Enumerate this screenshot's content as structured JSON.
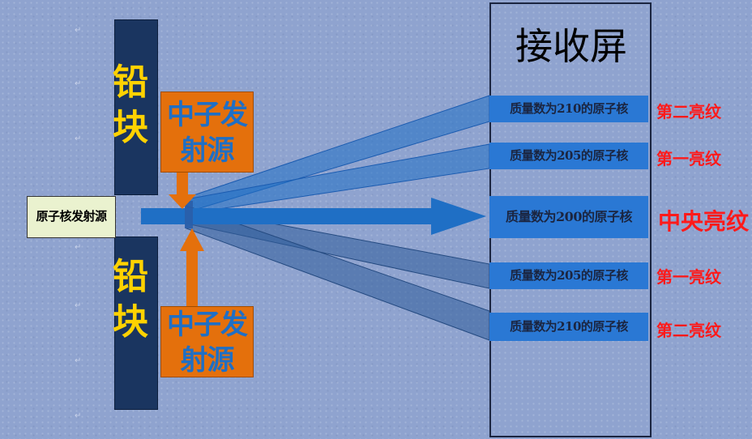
{
  "screen": {
    "title": "接收屏"
  },
  "lead_blocks": {
    "top": "铅块",
    "bottom": "铅块"
  },
  "neutron_sources": {
    "top": "中子发射源",
    "bottom": "中子发射源"
  },
  "nucleus_source": {
    "label": "原子核发射源"
  },
  "bands": [
    {
      "label": "质量数为210的原子核",
      "fringe": "第二亮纹"
    },
    {
      "label": "质量数为205的原子核",
      "fringe": "第一亮纹"
    },
    {
      "label": "质量数为200的原子核",
      "fringe": "中央亮纹"
    },
    {
      "label": "质量数为205的原子核",
      "fringe": "第一亮纹"
    },
    {
      "label": "质量数为210的原子核",
      "fringe": "第二亮纹"
    }
  ],
  "colors": {
    "background": "#8fa3cf",
    "lead_block": "#1a3560",
    "lead_text": "#ffd200",
    "neutron_box": "#e4700c",
    "neutron_text": "#1f6fc5",
    "beam": "#1f6fc5",
    "band": "#2a78d4",
    "fringe_text": "#ff1a1a",
    "source_box": "#eaf2cf"
  }
}
